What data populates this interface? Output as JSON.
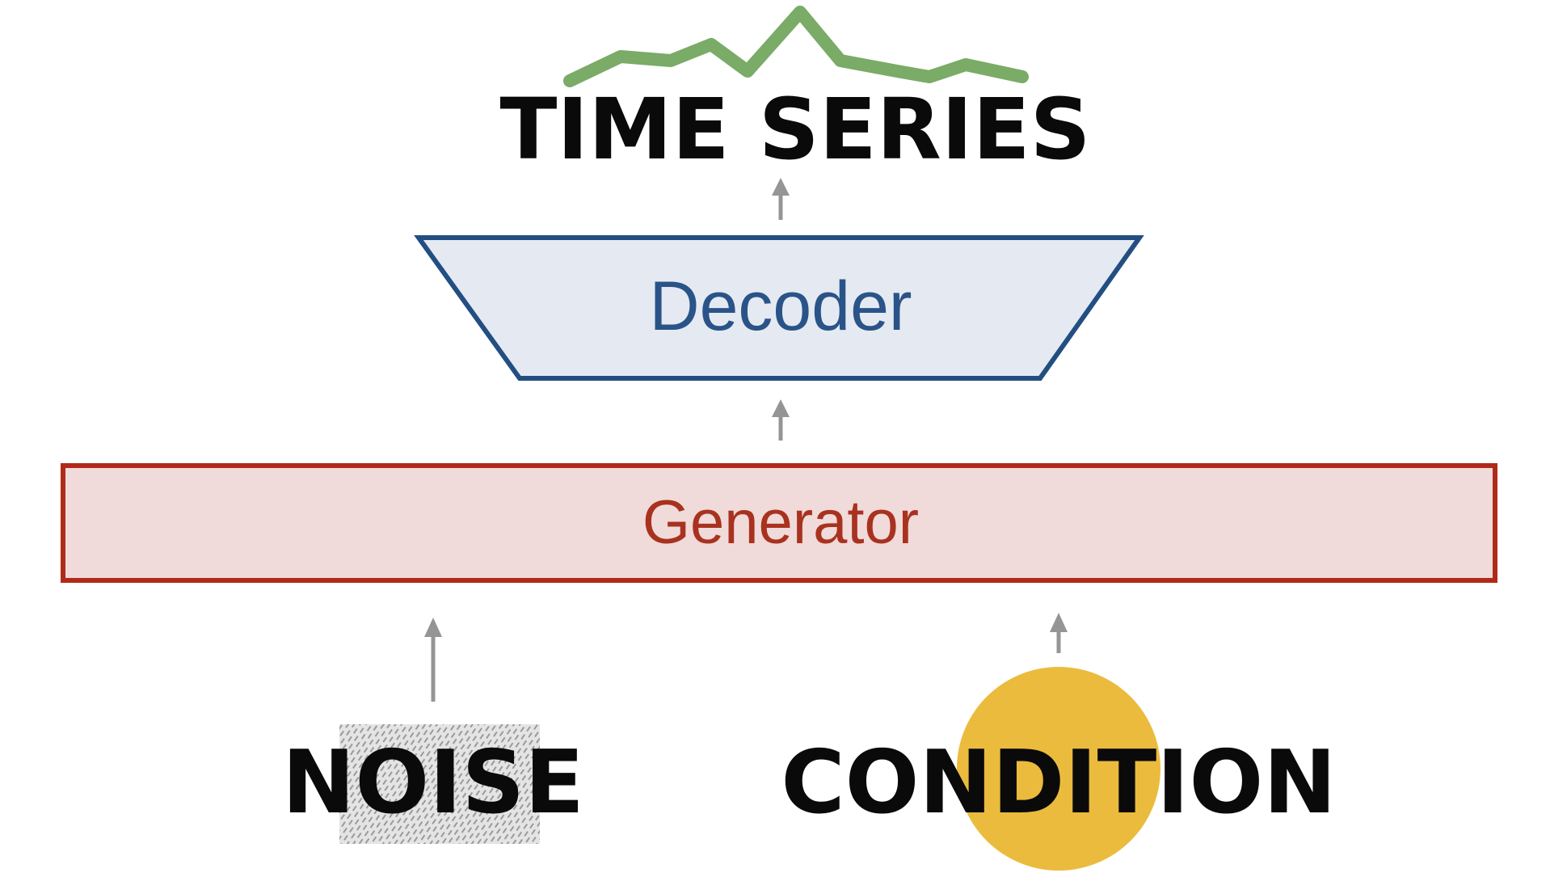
{
  "diagram": {
    "output_label": "TIME SERIES",
    "decoder_label": "Decoder",
    "generator_label": "Generator",
    "noise_label": "NOISE",
    "condition_label": "CONDITION"
  },
  "colors": {
    "background": "#ffffff",
    "text_dark": "#0a0a0a",
    "mountain": "#7aab67",
    "decoder_stroke": "#234e82",
    "decoder_fill": "#e5eaf2",
    "decoder_text": "#2a5488",
    "generator_stroke": "#b02a1a",
    "generator_fill": "#f1dada",
    "generator_text": "#a8321f",
    "arrow": "#959595",
    "condition_circle": "#ebbb3d",
    "noise_fill": "#e4e4e4",
    "noise_hatch": "#9a9a9a"
  },
  "icons": {
    "output_icon": "mountain-line-icon",
    "noise_icon": "noise-texture-icon",
    "condition_icon": "filled-circle-icon"
  }
}
